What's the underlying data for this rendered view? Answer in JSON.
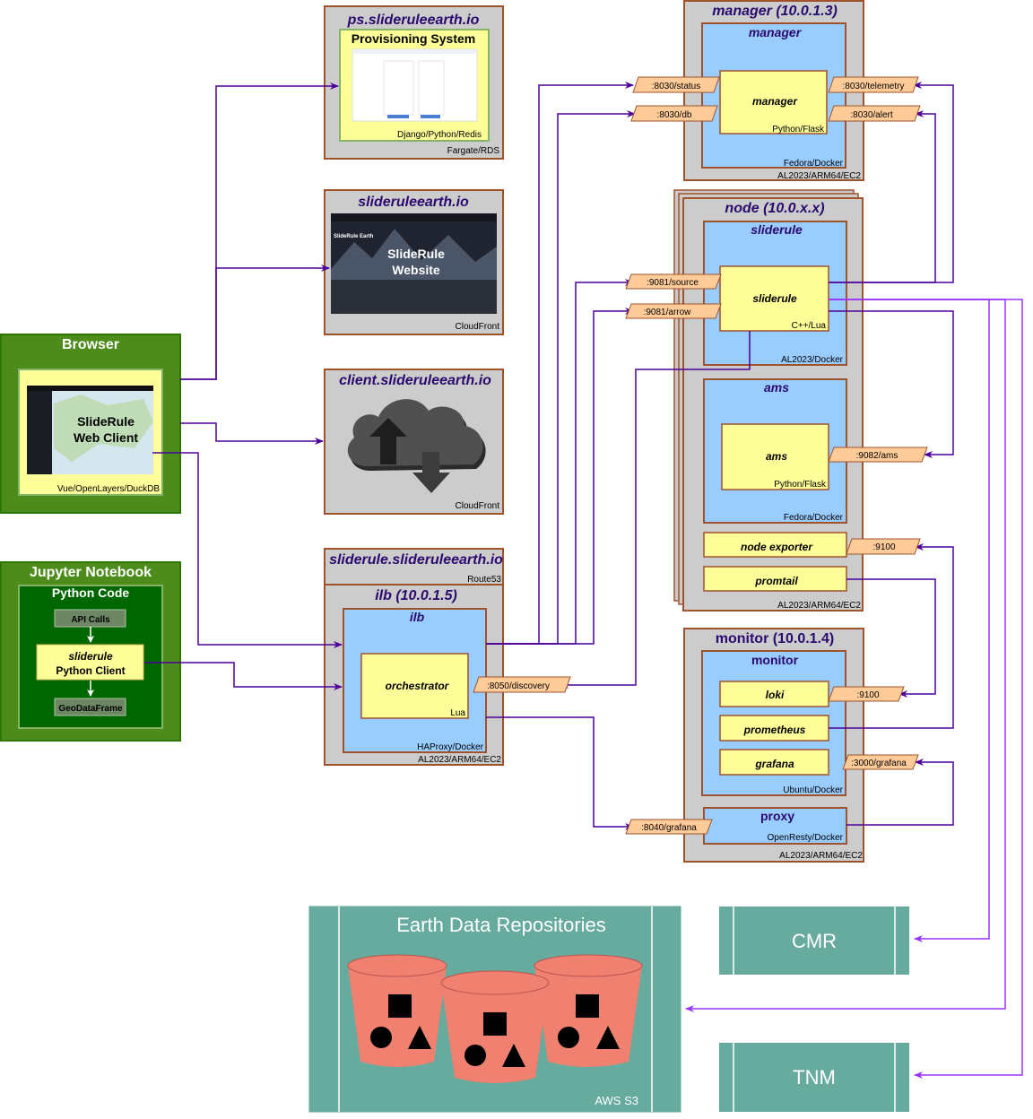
{
  "ps": {
    "title": "ps.slideruleearth.io",
    "inner_title": "Provisioning System",
    "stack": "Django/Python/Redis",
    "infra": "Fargate/RDS"
  },
  "website": {
    "title": "slideruleearth.io",
    "label1": "SlideRule",
    "label2": "Website",
    "infra": "CloudFront"
  },
  "client": {
    "title": "client.slideruleearth.io",
    "infra": "CloudFront"
  },
  "sr_dns": {
    "title": "sliderule.slideruleearth.io",
    "infra": "Route53"
  },
  "ilb": {
    "title": "ilb (10.0.1.5)",
    "inner": "ilb",
    "orchestrator": "orchestrator",
    "lang": "Lua",
    "stack": "HAProxy/Docker",
    "infra": "AL2023/ARM64/EC2",
    "port_discovery": ":8050/discovery"
  },
  "browser": {
    "title": "Browser",
    "label1": "SlideRule",
    "label2": "Web Client",
    "stack": "Vue/OpenLayers/DuckDB"
  },
  "jupyter": {
    "title": "Jupyter Notebook",
    "code": "Python Code",
    "api": "API Calls",
    "client1": "sliderule",
    "client2": "Python Client",
    "gdf": "GeoDataFrame"
  },
  "manager": {
    "title": "manager (10.0.1.3)",
    "inner": "manager",
    "box": "manager",
    "lang": "Python/Flask",
    "stack": "Fedora/Docker",
    "infra": "AL2023/ARM64/EC2",
    "port_status": ":8030/status",
    "port_db": ":8030/db",
    "port_telemetry": ":8030/telemetry",
    "port_alert": ":8030/alert"
  },
  "node": {
    "title": "node (10.0.x.x)",
    "inner": "sliderule",
    "box": "sliderule",
    "lang": "C++/Lua",
    "stack": "AL2023/Docker",
    "port_source": ":9081/source",
    "port_arrow": ":9081/arrow",
    "ams_inner": "ams",
    "ams_box": "ams",
    "ams_lang": "Python/Flask",
    "ams_stack": "Fedora/Docker",
    "port_ams": ":9082/ams",
    "exporter": "node exporter",
    "port_9100": ":9100",
    "promtail": "promtail",
    "infra": "AL2023/ARM64/EC2"
  },
  "monitor": {
    "title": "monitor (10.0.1.4)",
    "inner": "monitor",
    "loki": "loki",
    "port_loki": ":9100",
    "prometheus": "prometheus",
    "grafana": "grafana",
    "port_grafana": ":3000/grafana",
    "stack": "Ubuntu/Docker",
    "proxy": "proxy",
    "proxy_stack": "OpenResty/Docker",
    "port_proxy": ":8040/grafana",
    "infra": "AL2023/ARM64/EC2"
  },
  "repos": {
    "title": "Earth Data Repositories",
    "label": "AWS S3"
  },
  "cmr": {
    "label": "CMR"
  },
  "tnm": {
    "label": "TNM"
  },
  "colors": {
    "gray": "#cccccc",
    "gray_border": "#a0522d",
    "blue": "#99ccff",
    "yellow": "#ffff99",
    "green_dark": "#4d8c1a",
    "green_deep": "#006600",
    "teal": "#67ab9f",
    "arrow_dark": "#4c0099",
    "arrow_light": "#9933ff",
    "port": "#ffcc99"
  }
}
